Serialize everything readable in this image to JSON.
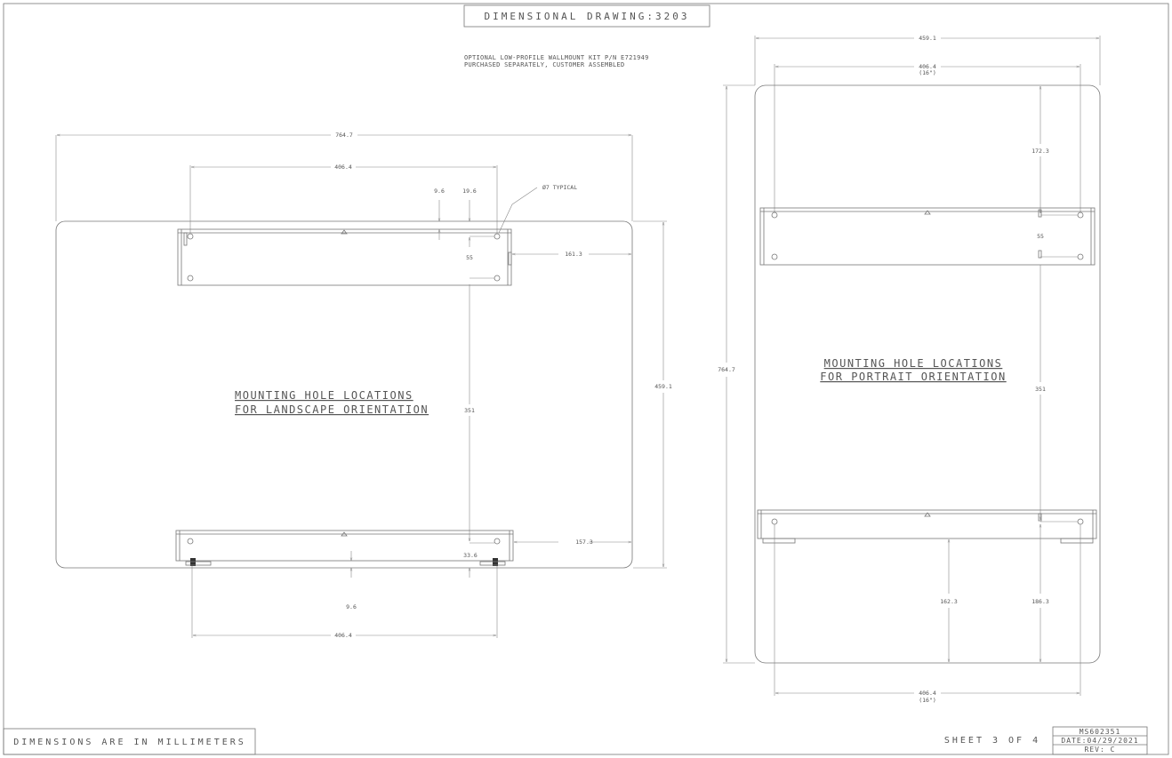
{
  "title": "DIMENSIONAL DRAWING:3203",
  "note": {
    "line1": "OPTIONAL LOW-PROFILE WALLMOUNT KIT P/N E721949",
    "line2": "PURCHASED SEPARATELY, CUSTOMER ASSEMBLED"
  },
  "landscape": {
    "label_line1": "MOUNTING HOLE LOCATIONS",
    "label_line2": "FOR LANDSCAPE ORIENTATION",
    "overall_width": "764.7",
    "overall_height": "459.1",
    "top_hole_span": "406.4",
    "bottom_hole_span": "406.4",
    "offset_a": "9.6",
    "offset_b": "19.6",
    "hole_callout": "Ø7 TYPICAL",
    "top_pair_spacing": "55",
    "right_offset_top": "161.3",
    "vertical_span": "351",
    "right_offset_bottom": "157.3",
    "bottom_offset_a": "33.6",
    "bottom_offset_b": "9.6"
  },
  "portrait": {
    "label_line1": "MOUNTING HOLE LOCATIONS",
    "label_line2": "FOR PORTRAIT ORIENTATION",
    "overall_width": "459.1",
    "overall_height": "764.7",
    "top_hole_span": "406.4",
    "top_hole_span_in": "(16\")",
    "bottom_hole_span": "406.4",
    "bottom_hole_span_in": "(16\")",
    "top_offset": "172.3",
    "pair_spacing": "55",
    "vertical_span": "351",
    "bottom_offset_a": "162.3",
    "bottom_offset_b": "186.3"
  },
  "footer": {
    "units": "DIMENSIONS ARE IN MILLIMETERS",
    "sheet": "SHEET 3 OF 4",
    "doc_number": "MS602351",
    "date": "DATE:04/29/2021",
    "rev": "REV: C"
  }
}
